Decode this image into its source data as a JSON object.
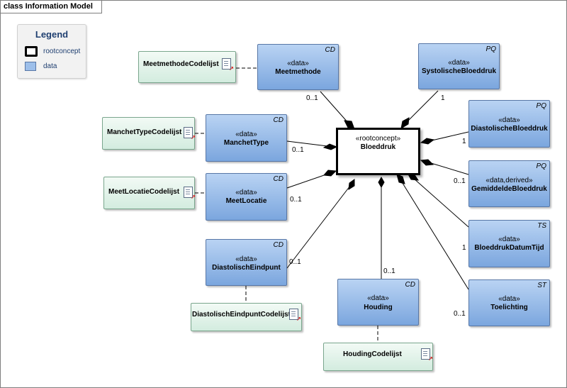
{
  "diagram_title": "class Information Model",
  "legend": {
    "title": "Legend",
    "items": [
      {
        "label": "rootconcept",
        "kind": "root"
      },
      {
        "label": "data",
        "kind": "data"
      }
    ]
  },
  "colors": {
    "data_fill": "#9dbfea",
    "data_border": "#5877a6",
    "codelist_fill": "#e2f3ea",
    "codelist_border": "#7aa68d",
    "root_border": "#000000",
    "legend_text": "#1f3f70"
  },
  "root": {
    "stereotype": "«rootconcept»",
    "name": "Bloeddruk"
  },
  "data_classes": {
    "meetmethode": {
      "stereotype": "«data»",
      "name": "Meetmethode",
      "type": "CD"
    },
    "systolisch": {
      "stereotype": "«data»",
      "name": "SystolischeBloeddruk",
      "type": "PQ"
    },
    "diastolisch": {
      "stereotype": "«data»",
      "name": "DiastolischeBloeddruk",
      "type": "PQ"
    },
    "gemiddeld": {
      "stereotype": "«data,derived»",
      "name": "GemiddeldeBloeddruk",
      "type": "PQ"
    },
    "datumtijd": {
      "stereotype": "«data»",
      "name": "BloeddrukDatumTijd",
      "type": "TS"
    },
    "toelichting": {
      "stereotype": "«data»",
      "name": "Toelichting",
      "type": "ST"
    },
    "manchettype": {
      "stereotype": "«data»",
      "name": "ManchetType",
      "type": "CD"
    },
    "meetlocatie": {
      "stereotype": "«data»",
      "name": "MeetLocatie",
      "type": "CD"
    },
    "eindpunt": {
      "stereotype": "«data»",
      "name": "DiastolischEindpunt",
      "type": "CD"
    },
    "houding": {
      "stereotype": "«data»",
      "name": "Houding",
      "type": "CD"
    }
  },
  "codelists": {
    "meetmethode": "MeetmethodeCodelijst",
    "manchettype": "ManchetTypeCodelijst",
    "meetlocatie": "MeetLocatieCodelijst",
    "eindpunt": "DiastolischEindpuntCodelijst",
    "houding": "HoudingCodelijst"
  },
  "multiplicities": {
    "meetmethode": "0..1",
    "systolisch": "1",
    "diastolisch": "1",
    "gemiddeld": "0..1",
    "datumtijd": "1",
    "toelichting": "0..1",
    "manchettype": "0..1",
    "meetlocatie": "0..1",
    "eindpunt": "0..1",
    "houding": "0..1"
  }
}
